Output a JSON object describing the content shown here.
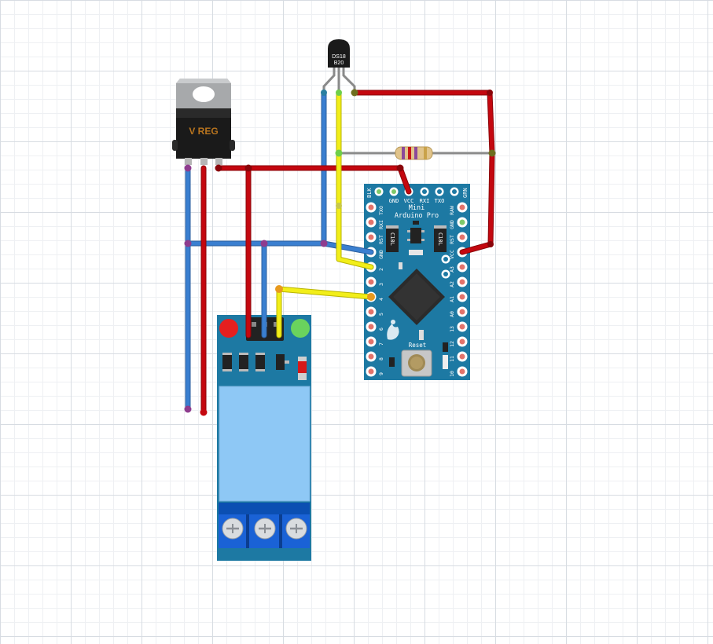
{
  "colors": {
    "wire_red": "#c4070f",
    "wire_blue": "#3a7fd0",
    "wire_yellow": "#f2ee19",
    "wire_grey": "#8a8a8a",
    "pcb_blue": "#1d79a3",
    "relay_blue": "#8ec8f5",
    "terminal_blue": "#1a4db3"
  },
  "regulator": {
    "label": "V REG"
  },
  "sensor": {
    "line1": "DS18",
    "line2": "B20"
  },
  "arduino": {
    "name_line1": "Mini",
    "name_line2": "Arduino Pro",
    "reset_label": "Reset",
    "chip_label": "C10L",
    "top_labels": [
      "BLK",
      "GND",
      "VCC",
      "RXI",
      "TXO",
      "GRN"
    ],
    "left_labels": [
      "TXO",
      "RXI",
      "RST",
      "GND",
      "2",
      "3",
      "4",
      "5",
      "6",
      "7",
      "8",
      "9"
    ],
    "right_labels": [
      "RAW",
      "GND",
      "RST",
      "VCC",
      "A3",
      "A2",
      "A1",
      "A0",
      "13",
      "12",
      "11",
      "10"
    ]
  }
}
